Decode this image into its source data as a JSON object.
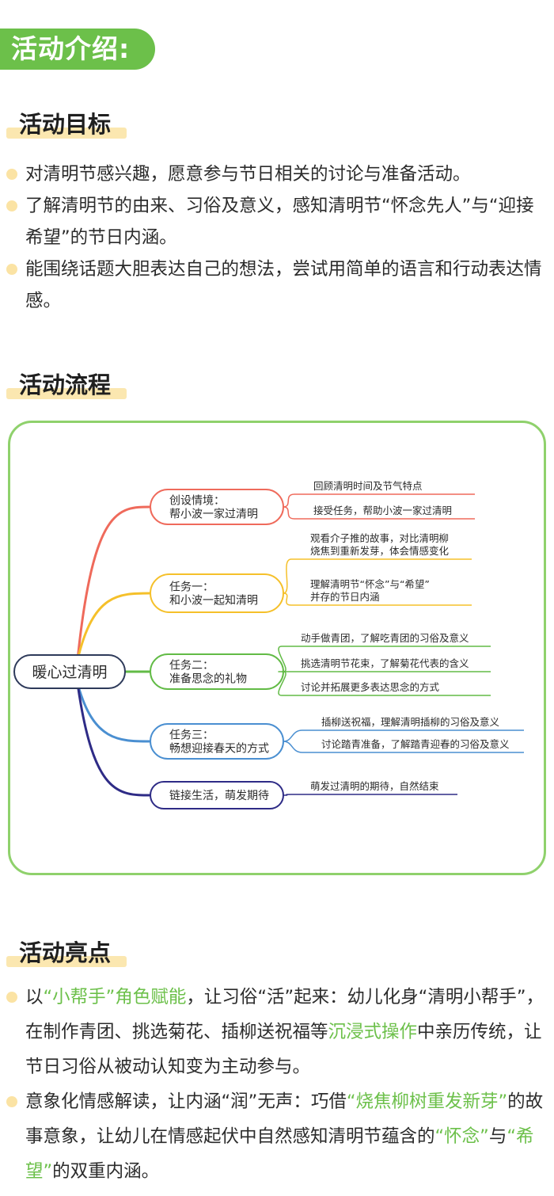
{
  "header": {
    "title": "活动介绍:"
  },
  "goals": {
    "title": "活动目标",
    "items": [
      "对清明节感兴趣，愿意参与节日相关的讨论与准备活动。",
      "了解清明节的由来、习俗及意义，感知清明节“怀念先人”与“迎接希望”的节日内涵。",
      "能围绕话题大胆表达自己的想法，尝试用简单的语言和行动表达情感。"
    ]
  },
  "flow": {
    "title": "活动流程",
    "root": "暖心过清明",
    "branches": [
      {
        "color": "#ef6a5b",
        "label": [
          "创设情境：",
          "帮小波一家过清明"
        ],
        "leaves": [
          [
            "回顾清明时间及节气特点"
          ],
          [
            "接受任务，帮助小波一家过清明"
          ]
        ]
      },
      {
        "color": "#f5c02a",
        "label": [
          "任务一：",
          "和小波一起知清明"
        ],
        "leaves": [
          [
            "观看介子推的故事，对比清明柳",
            "烧焦到重新发芽，体会情感变化"
          ],
          [
            "理解清明节“怀念”与“希望”",
            "并存的节日内涵"
          ]
        ]
      },
      {
        "color": "#62bb46",
        "label": [
          "任务二：",
          "准备思念的礼物"
        ],
        "leaves": [
          [
            "动手做青团，了解吃青团的习俗及意义"
          ],
          [
            "挑选清明节花束，了解菊花代表的含义"
          ],
          [
            "讨论并拓展更多表达思念的方式"
          ]
        ]
      },
      {
        "color": "#4a8fd1",
        "label": [
          "任务三：",
          "畅想迎接春天的方式"
        ],
        "leaves": [
          [
            "插柳送祝福，理解清明插柳的习俗及意义"
          ],
          [
            "讨论踏青准备，了解踏青迎春的习俗及意义"
          ]
        ]
      },
      {
        "color": "#2e2b86",
        "label": [
          "链接生活，萌发期待"
        ],
        "leaves": [
          [
            "萌发过清明的期待，自然结束"
          ]
        ]
      }
    ]
  },
  "highlights": {
    "title": "活动亮点",
    "items": [
      [
        {
          "t": "以"
        },
        {
          "t": "“小帮手”角色赋能",
          "hl": true
        },
        {
          "t": "，让习俗“活”起来：幼儿化身“清明小帮手”，在制作青团、挑选菊花、插柳送祝福等"
        },
        {
          "t": "沉浸式操作",
          "hl": true
        },
        {
          "t": "中亲历传统，让节日习俗从被动认知变为主动参与。"
        }
      ],
      [
        {
          "t": "意象化情感解读，让内涵“润”无声：巧借"
        },
        {
          "t": "“烧焦柳树重发新芽”",
          "hl": true
        },
        {
          "t": "的故事意象，让幼儿在情感起伏中自然感知清明节蕴含的"
        },
        {
          "t": "“怀念”",
          "hl": true
        },
        {
          "t": "与"
        },
        {
          "t": "“希望”",
          "hl": true
        },
        {
          "t": "的双重内涵。"
        }
      ]
    ]
  }
}
